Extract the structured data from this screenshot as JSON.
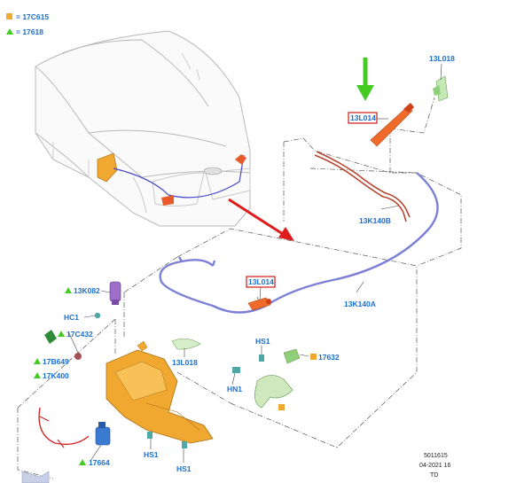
{
  "legend": {
    "items": [
      {
        "symbol": "orange-square",
        "text": "= 17C615"
      },
      {
        "symbol": "green-triangle",
        "text": "= 17618"
      }
    ]
  },
  "labels": {
    "nozzle_top": "13L018",
    "pump_rear_boxed": "13L014",
    "hose_b": "13K140B",
    "hose_a": "13K140A",
    "pump_front_boxed": "13L014",
    "front_pump": "13K082",
    "hose_clip": "HC1",
    "connector_a": "17C432",
    "connector_b": "17B649",
    "connector_c": "17K400",
    "front_nozzle": "13L018",
    "screw_hs1_top": "HS1",
    "nut": "HN1",
    "cap_label": "17632",
    "screw_hs1_mid": "HS1",
    "screw_hs1_bottom": "HS1",
    "motor": "17664"
  },
  "footer": {
    "line1": "5011615",
    "line2": "04-2021 16",
    "line3": "TD"
  },
  "colors": {
    "label_blue": "#1a6fd0",
    "hose_blue": "#7b7fd6",
    "hose_red": "#b7452f",
    "part_orange": "#f0a830",
    "highlight_red": "#d01818",
    "arrow_red": "#e01b1b",
    "arrow_green": "#44cc22"
  }
}
